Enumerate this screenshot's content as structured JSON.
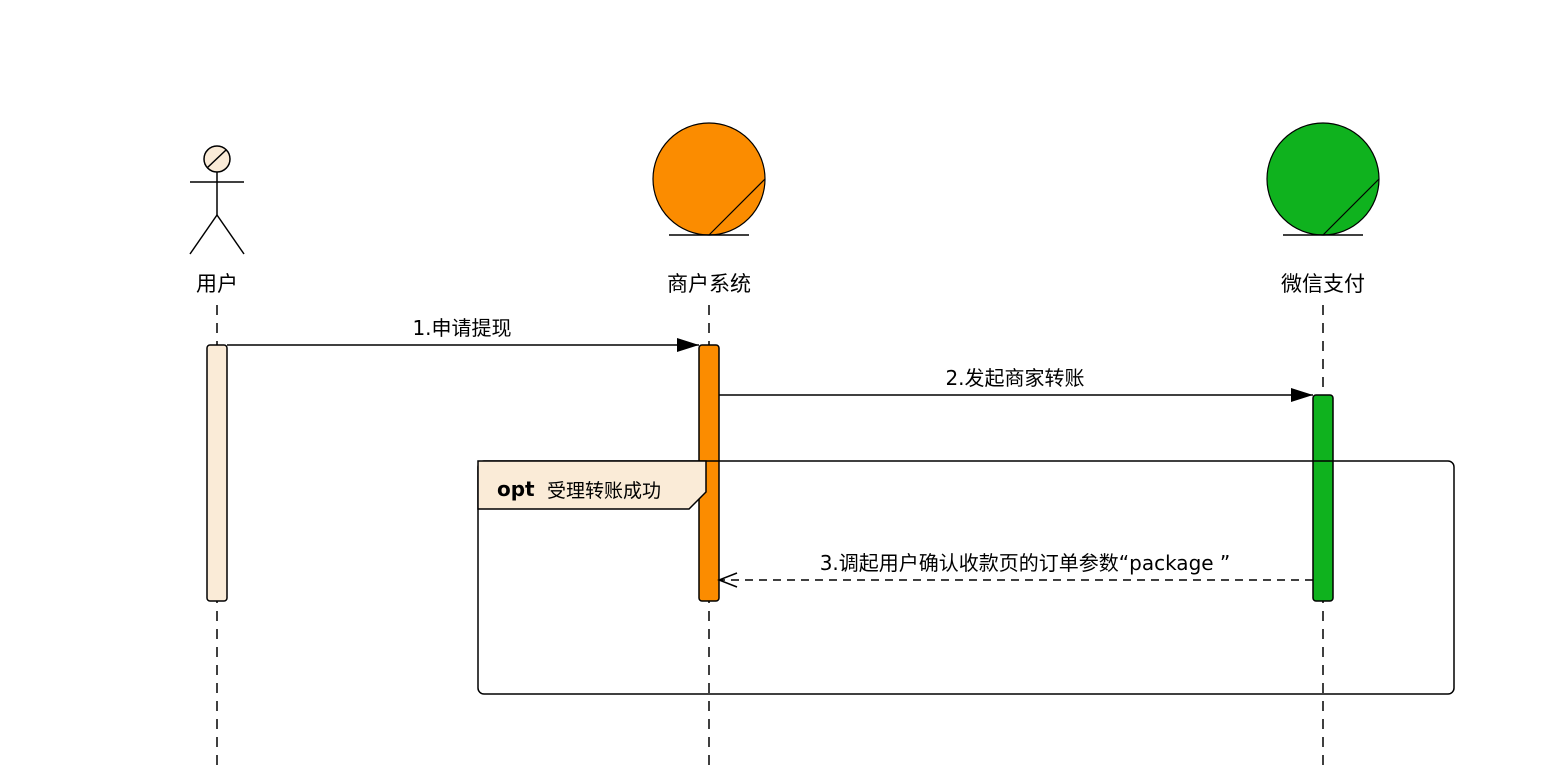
{
  "colors": {
    "user": "#faebd7",
    "merchant": "#fb8c00",
    "wechat": "#0fb21e",
    "line": "#000000",
    "background": "#ffffff"
  },
  "participants": [
    {
      "id": "user",
      "label": "用户",
      "kind": "actor"
    },
    {
      "id": "merchant",
      "label": "商户系统",
      "kind": "entity"
    },
    {
      "id": "wechat",
      "label": "微信支付",
      "kind": "entity"
    }
  ],
  "messages": [
    {
      "id": "m1",
      "from": "user",
      "to": "merchant",
      "label": "1.申请提现",
      "style": "solid"
    },
    {
      "id": "m2",
      "from": "merchant",
      "to": "wechat",
      "label": "2.发起商家转账",
      "style": "solid"
    },
    {
      "id": "m3",
      "from": "wechat",
      "to": "merchant",
      "label": "3.调起用户确认收款页的订单参数“package ”",
      "style": "dashed"
    }
  ],
  "fragment": {
    "operator": "opt",
    "guard": "受理转账成功"
  }
}
